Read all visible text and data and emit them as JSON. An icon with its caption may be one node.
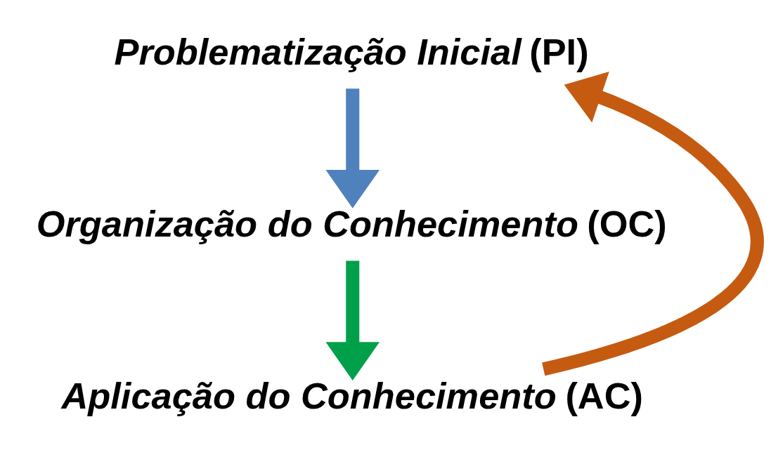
{
  "diagram": {
    "nodes": [
      {
        "text": [
          "*Problematização Inicial* (PI)"
        ]
      },
      {
        "text": [
          "*Organização do Conhecimento* (OC)"
        ]
      },
      {
        "text": [
          "*Aplicação do Conhecimento* (AC)"
        ]
      }
    ],
    "edges": [
      {
        "from": 0,
        "to": 1,
        "arrow": "to",
        "color": "#4f81bd"
      },
      {
        "from": 1,
        "to": 2,
        "arrow": "to",
        "color": "#00a04a"
      },
      {
        "from": 2,
        "to": 0,
        "arrow": "to",
        "color": "#c55a11"
      }
    ]
  }
}
